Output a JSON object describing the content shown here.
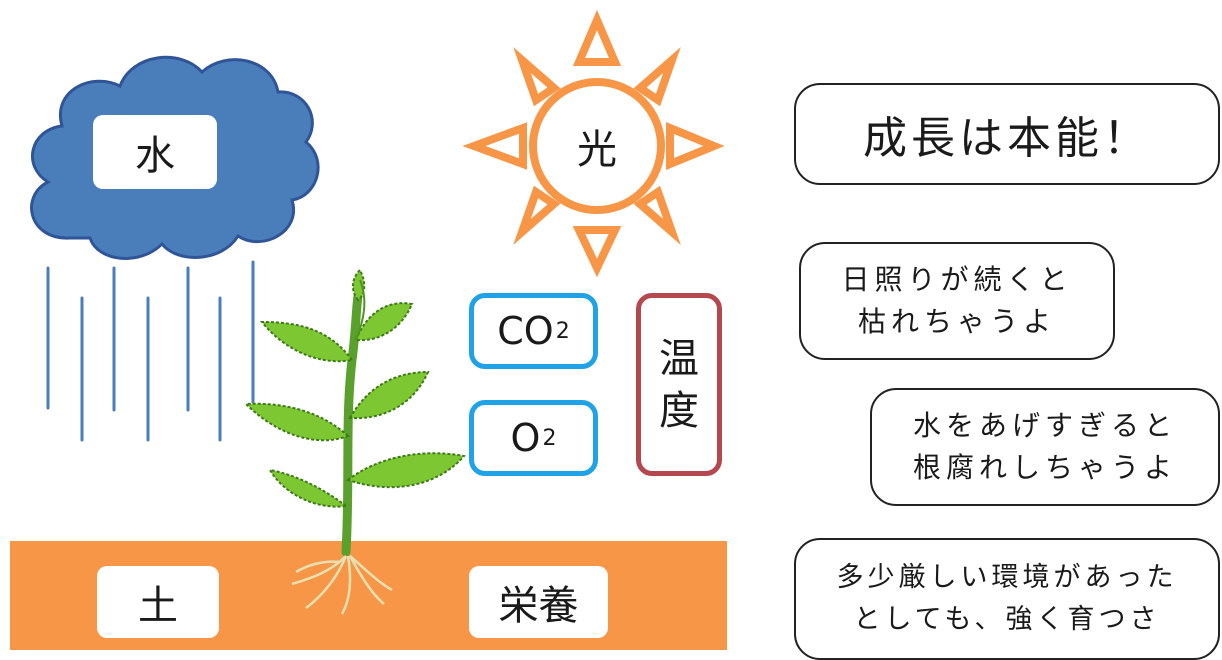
{
  "labels": {
    "water": "水",
    "light": "光",
    "co2": "CO",
    "co2_sub": "2",
    "o2": "O",
    "o2_sub": "2",
    "temperature": [
      "温",
      "度"
    ],
    "soil": "土",
    "nutrients": "栄養"
  },
  "bubbles": {
    "main": "成長は本能！",
    "sunshine": [
      "日照りが続くと",
      "枯れちゃうよ"
    ],
    "water": [
      "水をあげすぎると",
      "根腐れしちゃうよ"
    ],
    "strong": [
      "多少厳しい環境があった",
      "としても、強く育つさ"
    ]
  },
  "colors": {
    "cloud": "#4a7ebb",
    "cloud_outline": "#2f5597",
    "sun": "#f79646",
    "rain": "#4a7ebb",
    "soil": "#f79646",
    "co2_border": "#1fa3e6",
    "temperature_border": "#b5474f",
    "leaf": "#7dc832",
    "stem": "#5aa02c"
  },
  "icons": [
    "cloud-icon",
    "sun-icon",
    "rain-lines",
    "plant-icon",
    "root-icon"
  ]
}
